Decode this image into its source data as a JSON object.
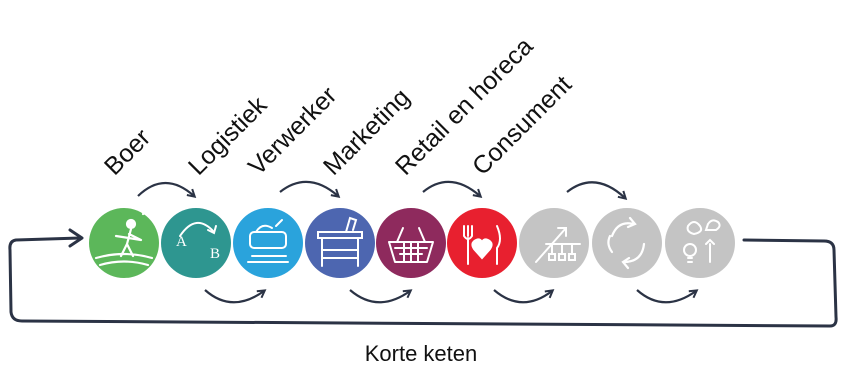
{
  "stages": [
    {
      "label": "Boer",
      "color": "#5cb75a",
      "icon": "farmer-icon"
    },
    {
      "label": "Logistiek",
      "color": "#2e9690",
      "icon": "a-to-b-transport-icon"
    },
    {
      "label": "Verwerker",
      "color": "#2aa3dc",
      "icon": "processing-hands-icon"
    },
    {
      "label": "Marketing",
      "color": "#4d66b0",
      "icon": "market-stall-icon"
    },
    {
      "label": "Retail en horeca",
      "color": "#8e2a5d",
      "icon": "shopping-basket-icon"
    },
    {
      "label": "Consument",
      "color": "#e8202f",
      "icon": "cutlery-heart-icon"
    },
    {
      "label": "",
      "color": "#c4c4c4",
      "icon": "network-growth-icon"
    },
    {
      "label": "",
      "color": "#c4c4c4",
      "icon": "recycle-icon"
    },
    {
      "label": "",
      "color": "#c4c4c4",
      "icon": "ideas-tools-icon"
    }
  ],
  "caption": "Korte keten"
}
